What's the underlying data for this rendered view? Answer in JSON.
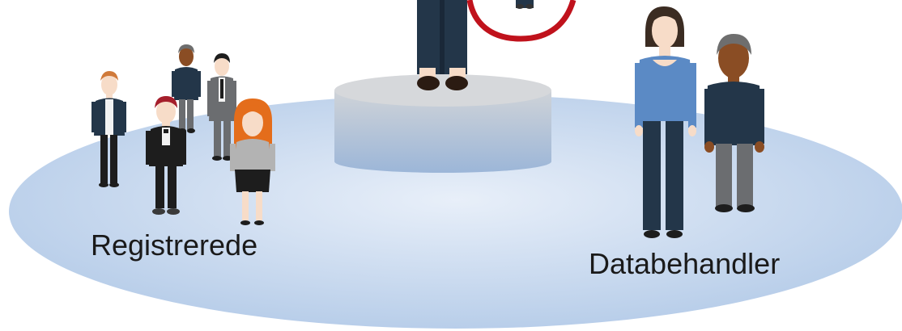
{
  "labels": {
    "registrerede": "Registrerede",
    "databehandler": "Databehandler"
  },
  "colors": {
    "floor_light": "#e8eff9",
    "floor_dark": "#b4cbe8",
    "podium_top": "#d6d8db",
    "podium_side_top": "#cfd3d8",
    "podium_side_bottom": "#9cb6d8",
    "ring": "#c0121c",
    "skin": "#f7dcc8",
    "skin_dark": "#8a4d24",
    "navy": "#233649",
    "denim": "#5b8ac5",
    "grey_suit": "#6b6d70",
    "light_grey": "#b3b3b3",
    "black_suit": "#1d1d1d",
    "hair_dark": "#3b2c22",
    "hair_red": "#a51e2b",
    "hair_orange": "#e46d1b",
    "hair_grey": "#6e6e6e",
    "hair_ginger": "#d07a3a"
  },
  "icons": [
    "person-icon",
    "podium",
    "highlight-ring"
  ]
}
